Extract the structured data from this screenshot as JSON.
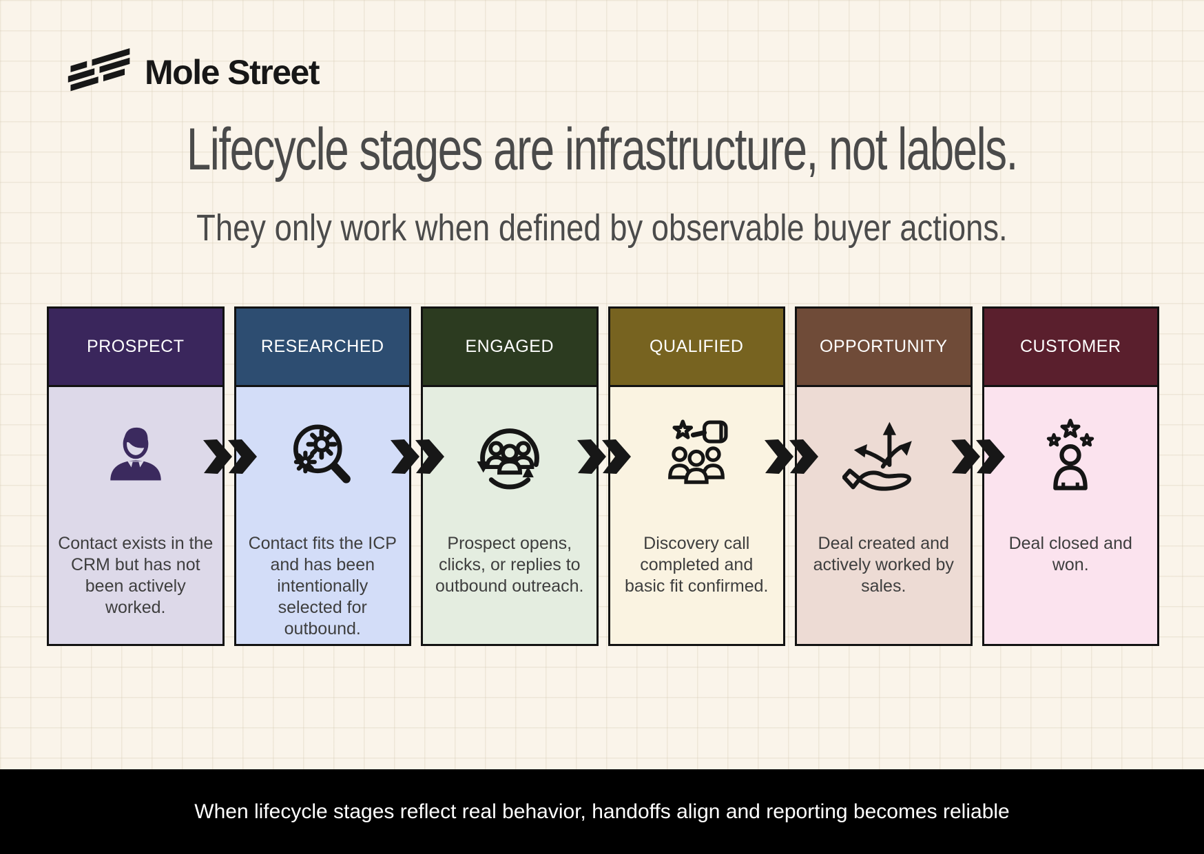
{
  "logo": {
    "text": "Mole Street"
  },
  "title": "Lifecycle stages are infrastructure, not labels.",
  "subtitle": "They only work when defined by observable buyer actions.",
  "colors": {
    "background": "#faf4ea",
    "card_border": "#121212",
    "title_text": "#4a4a4a",
    "body_text": "#3e3e3e",
    "arrow": "#171717"
  },
  "stages": [
    {
      "label": "PROSPECT",
      "header_color": "#3a265c",
      "body_color": "#ddd9e9",
      "icon": "businessman-icon",
      "icon_color": "#3b2a5e",
      "description": "Contact exists in the CRM but has not been actively worked."
    },
    {
      "label": "RESEARCHED",
      "header_color": "#2d4d71",
      "body_color": "#d3ddf8",
      "icon": "search-gears-icon",
      "icon_color": "#151515",
      "description": "Contact fits the ICP and has been intentionally selected for outbound."
    },
    {
      "label": "ENGAGED",
      "header_color": "#2c3b20",
      "body_color": "#e4ede0",
      "icon": "people-sync-icon",
      "icon_color": "#151515",
      "description": "Prospect opens, clicks, or replies to outbound outreach."
    },
    {
      "label": "QUALIFIED",
      "header_color": "#776320",
      "body_color": "#faf3e1",
      "icon": "people-star-hand-icon",
      "icon_color": "#151515",
      "description": "Discovery call completed and basic fit confirmed."
    },
    {
      "label": "OPPORTUNITY",
      "header_color": "#6f4b38",
      "body_color": "#eddbd4",
      "icon": "hand-options-icon",
      "icon_color": "#151515",
      "description": "Deal created and actively worked by sales."
    },
    {
      "label": "CUSTOMER",
      "header_color": "#5a1f2d",
      "body_color": "#fbe3ee",
      "icon": "person-rating-icon",
      "icon_color": "#151515",
      "description": "Deal closed and won."
    }
  ],
  "footer": {
    "text": "When lifecycle stages reflect real behavior, handoffs align and reporting becomes reliable",
    "bg": "#000000",
    "text_color": "#ffffff"
  }
}
